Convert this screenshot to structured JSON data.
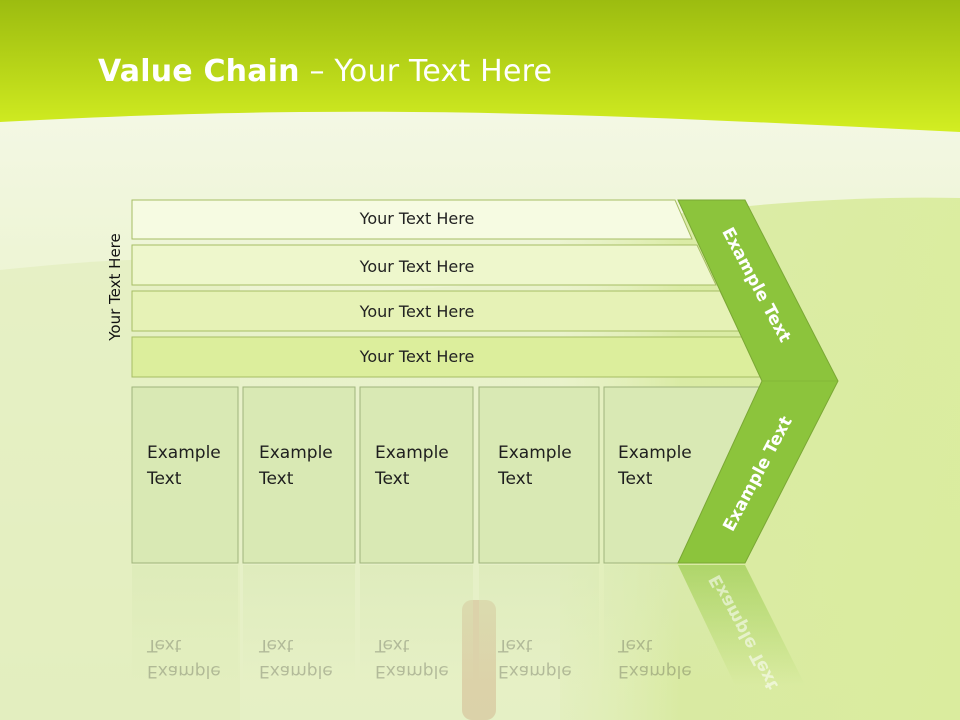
{
  "slide": {
    "title_bold": "Value Chain",
    "title_rest": " – Your Text Here",
    "vertical_label": "Your Text Here"
  },
  "rows": [
    {
      "label": "Your Text Here"
    },
    {
      "label": "Your Text Here"
    },
    {
      "label": "Your Text Here"
    },
    {
      "label": "Your Text Here"
    }
  ],
  "cells": [
    {
      "line1": "Example",
      "line2": "Text"
    },
    {
      "line1": "Example",
      "line2": "Text"
    },
    {
      "line1": "Example",
      "line2": "Text"
    },
    {
      "line1": "Example",
      "line2": "Text"
    },
    {
      "line1": "Example",
      "line2": "Text"
    }
  ],
  "arrow": {
    "top_label": "Example Text",
    "bottom_label": "Example Text"
  },
  "colors": {
    "header_green": "#bedd1e",
    "arrow_green": "#8cc43c",
    "cell_fill": "#d9e9b4",
    "row_fill_light": "#f6fbe2",
    "row_fill_dark": "#dcee9c"
  }
}
